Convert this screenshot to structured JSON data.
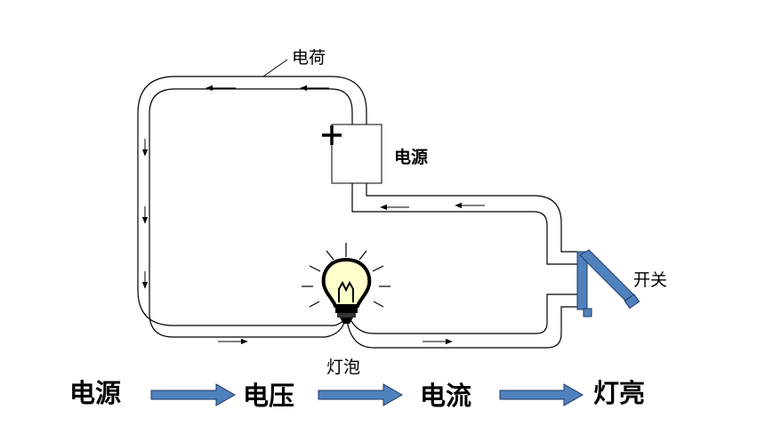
{
  "labels": {
    "charge": "电荷",
    "source": "电源",
    "switch": "开关",
    "bulb": "灯泡"
  },
  "flow": [
    "电源",
    "电压",
    "电流",
    "灯亮"
  ],
  "colors": {
    "wire": "#000000",
    "switch": "#4f81bd",
    "switch_border": "#1f3864",
    "arrow_fill": "#4f81bd",
    "bulb_glass": "#ffffcc"
  }
}
